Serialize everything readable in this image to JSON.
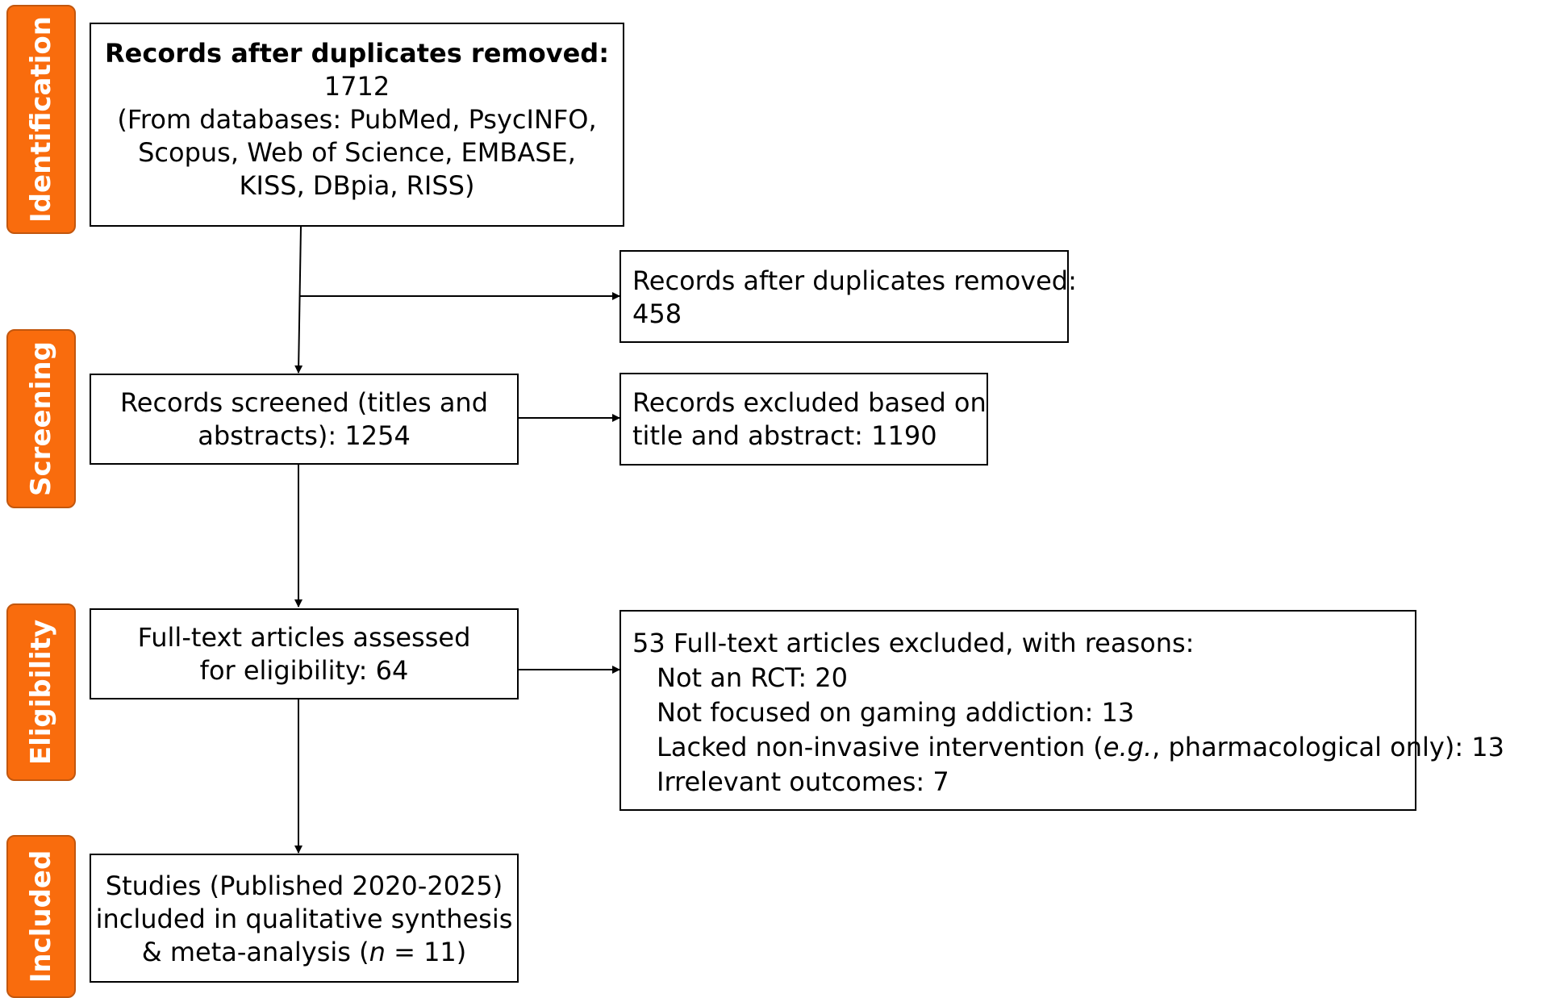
{
  "phases": {
    "identification": "Identification",
    "screening": "Screening",
    "eligibility": "Eligibility",
    "included": "Included"
  },
  "identification_box": {
    "title": "Records after duplicates removed:",
    "count": "1712",
    "sources_line1": "(From databases: PubMed, PsycINFO,",
    "sources_line2": "Scopus, Web of Science, EMBASE,",
    "sources_line3": "KISS, DBpia, RISS)"
  },
  "duplicates_box": {
    "line1": "Records after duplicates removed:",
    "line2": "458"
  },
  "screened_box": {
    "line1": "Records screened (titles and",
    "line2": "abstracts): 1254"
  },
  "excluded_title_box": {
    "line1": "Records excluded based on",
    "line2": "title and abstract: 1190"
  },
  "fulltext_box": {
    "line1": "Full-text articles assessed",
    "line2": "for eligibility: 64"
  },
  "fulltext_excluded_box": {
    "heading": "53 Full-text articles excluded, with reasons:",
    "reason1": "Not an RCT: 20",
    "reason2": "Not focused on gaming addiction: 13",
    "reason3_pre": "Lacked non-invasive intervention (",
    "reason3_italic": "e.g.",
    "reason3_post": ", pharmacological only): 13",
    "reason4": "Irrelevant outcomes: 7"
  },
  "included_box": {
    "line1": "Studies (Published 2020-2025)",
    "line2": "included in qualitative synthesis",
    "line3_pre": "& meta-analysis (",
    "line3_italic": "n",
    "line3_post": " = 11)"
  }
}
